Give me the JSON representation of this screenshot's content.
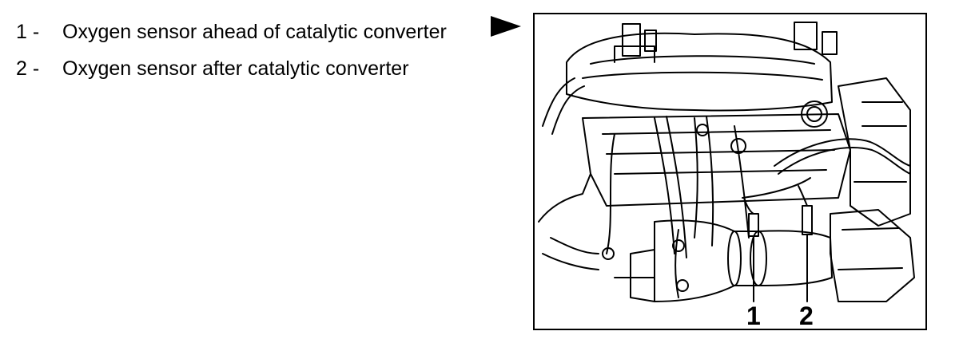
{
  "legend": {
    "items": [
      {
        "number": "1 -",
        "text": "Oxygen sensor ahead of catalytic converter"
      },
      {
        "number": "2 -",
        "text": "Oxygen sensor after catalytic converter"
      }
    ]
  },
  "figure": {
    "callout_1": "1",
    "callout_2": "2"
  }
}
